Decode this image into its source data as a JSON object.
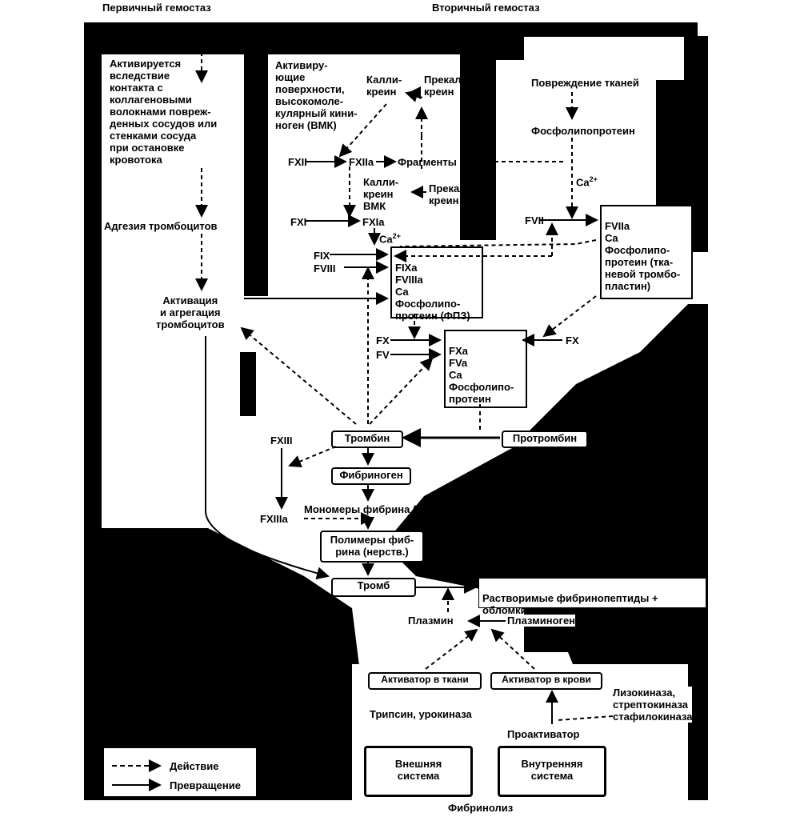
{
  "titles": {
    "primary": "Первичный гемостаз",
    "secondary": "Вторичный гемостаз",
    "fibrinolysis": "Фибринолиз"
  },
  "primary": {
    "contact": "Активируется\nвследствие\nконтакта с\nколлагеновыми\nволокнами повреж-\nденных сосудов или\nстенками сосуда\nпри остановке\nкровотока",
    "adhesion": "Адгезия тромбоцитов",
    "activation": "Активация\nи агрегация\nтромбоцитов"
  },
  "intrinsic": {
    "surfaces": "Активиру-\nющие\nповерхности,\nвысокомоле-\nкулярный кини-\nноген (ВМК)",
    "kallikrein": "Калли-\nкреин",
    "prekallikrein": "Прекалли-\nкреин",
    "fxii": "FXII",
    "fxiia": "FXIIa",
    "fragments": "Фрагменты FXII",
    "kallikrein_vmk": "Калли-\nкреин\nВМК",
    "prekallikrein2": "Прекалли-\nкреин",
    "fxi": "FXI",
    "fxia": "FXIa",
    "ca": "Ca",
    "fix": "FIX",
    "fviii": "FVIII",
    "box_fpz": "FIXa\nFVIIIa\nCa\nФосфолипо-\nпротеин (ФПЗ)"
  },
  "extrinsic": {
    "damage": "Повреждение тканей",
    "phospholipoproteins": "Фосфолипопротеин",
    "ca": "Ca",
    "fvii": "FVII",
    "box_tissue": "FVIIa\nCa\nФосфолипо-\nпротеин (тка-\nневой тромбо-\nпластин)"
  },
  "common": {
    "fx_left": "FX",
    "fv": "FV",
    "fx_right": "FX",
    "box_fxa": "FXa\nFVa\nCa\nФосфолипо-\nпротеин",
    "thrombin": "Тромбин",
    "prothrombin": "Протромбин",
    "fxiii": "FXIII",
    "fibrinogen": "Фибриноген",
    "monomers": "Мономеры фибрина (растворимые)",
    "fxiiia": "FXIIIa",
    "polymers": "Полимеры фиб-\nрина (нерств.)",
    "thrombus": "Тромб",
    "fibrinopeptides": "Растворимые фибринопептиды +\nобломки клеток"
  },
  "fibrinolysis": {
    "plasmin": "Плазмин",
    "plasminogen": "Плазминоген",
    "tissue_activator": "Активатор в ткани",
    "blood_activator": "Активатор в крови",
    "kinases": "Лизокиназа,\nстрептокиназа\nстафилокиназа",
    "trypsin": "Трипсин, урокиназа",
    "proactivator": "Проактиватор",
    "external": "Внешняя\nсистема",
    "internal": "Внутренняя\nсистема"
  },
  "legend": {
    "action": "Действие",
    "conversion": "Превращение"
  },
  "ca_sup": "2+"
}
